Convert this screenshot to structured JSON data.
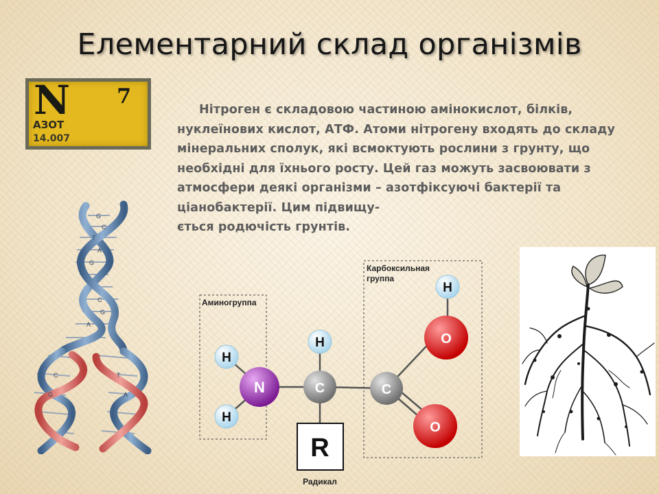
{
  "title": "Елементарний склад організмів",
  "element": {
    "symbol": "N",
    "number": "7",
    "name": "АЗОТ",
    "mass": "14.007"
  },
  "paragraph": [
    "Нітроген є складовою частиною амінокислот, білків,",
    "нуклеїнових кислот, АТФ. Атоми нітрогену входять до складу",
    "мінеральних сполук, які всмоктують рослини з грунту, що",
    "необхідні для їхнього росту. Цей газ можуть засвоювати з",
    "атмосфери деякі організми – азотфіксуючі бактерії та",
    "ціанобактерії. Цим підвищу-",
    "ється родючість грунтів."
  ],
  "molecule": {
    "amino_group_label": "Аминогруппа",
    "carboxyl_group_label_1": "Карбоксильная",
    "carboxyl_group_label_2": "группа",
    "radical_label": "Радикал",
    "radical_symbol": "R",
    "atoms": {
      "h": "H",
      "n": "N",
      "c": "C",
      "o": "O"
    }
  },
  "dna_bases": [
    "G",
    "C",
    "T",
    "A"
  ],
  "colors": {
    "gold_card": "#e4b91f",
    "nitrogen_atom": "#9b2fb5",
    "carbon_atom": "#8a8a8a",
    "oxygen_atom": "#e01010",
    "hydrogen_atom": "#cfe9f5",
    "dna_backbone": "#5b7ea6",
    "dna_new_strand": "#d9605c"
  }
}
